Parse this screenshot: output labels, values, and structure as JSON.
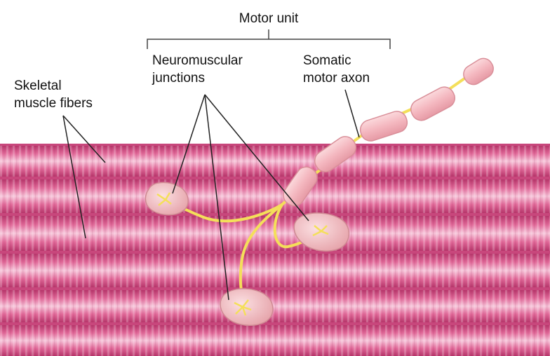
{
  "labels": {
    "motor_unit": "Motor unit",
    "neuromuscular_junctions": [
      "Neuromuscular",
      "junctions"
    ],
    "somatic_motor_axon": [
      "Somatic",
      "motor axon"
    ],
    "skeletal_muscle_fibers": [
      "Skeletal",
      "muscle fibers"
    ]
  },
  "colors": {
    "fiber_base": "#d94b82",
    "fiber_highlight": "#f6c3d8",
    "fiber_dark": "#b8376c",
    "myelin": "#f4b7bf",
    "myelin_edge": "#d98f99",
    "axon": "#f4df5a",
    "junction_plate": "#f2bcc0",
    "label_line": "#222222",
    "text": "#111111"
  },
  "icons": [
    "muscle-fiber-bundle",
    "myelinated-axon",
    "neuromuscular-junction-plate"
  ]
}
